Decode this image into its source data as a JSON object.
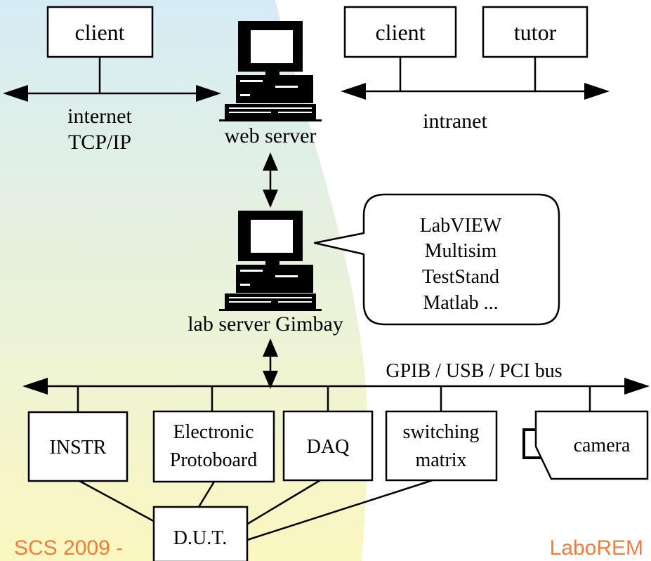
{
  "colors": {
    "background_left_top": "#d6ecf5",
    "background_left_bottom": "#fbf7c0",
    "background_right": "#ffffff",
    "footer_text": "#f07c3e"
  },
  "icons": {
    "web_server_computer": "desktop-computer-icon",
    "lab_server_computer": "desktop-computer-icon",
    "camera": "camera-icon"
  },
  "top_left": {
    "client_label": "client",
    "network_label_line1": "internet",
    "network_label_line2": "TCP/IP"
  },
  "web_server": {
    "label": "web server"
  },
  "top_right": {
    "client_label": "client",
    "tutor_label": "tutor",
    "network_label": "intranet"
  },
  "lab_server": {
    "label": "lab server Gimbay"
  },
  "software_callout": {
    "lines": [
      "LabVIEW",
      "Multisim",
      "TestStand",
      "Matlab ..."
    ]
  },
  "bus": {
    "label": "GPIB / USB / PCI bus"
  },
  "devices": {
    "instr": "INSTR",
    "protoboard_line1": "Electronic",
    "protoboard_line2": "Protoboard",
    "daq": "DAQ",
    "switching_line1": "switching",
    "switching_line2": "matrix",
    "camera": "camera"
  },
  "dut": {
    "label": "D.U.T."
  },
  "footer": {
    "left": "SCS 2009 -",
    "right": "LaboREM"
  }
}
